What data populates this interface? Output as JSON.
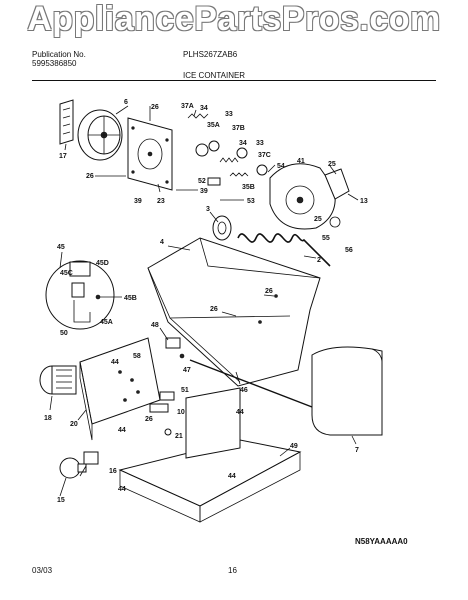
{
  "watermark": "AppliancePartsPros.com",
  "header": {
    "publication_label": "Publication No.",
    "publication_number": "5995386850",
    "model": "PLHS267ZAB6",
    "section_title": "ICE CONTAINER"
  },
  "footer": {
    "date": "03/03",
    "page": "16",
    "diagram_code": "N58YAAAAA0"
  },
  "callouts": {
    "c6": "6",
    "c26a": "26",
    "c17": "17",
    "c26b": "26",
    "c39a": "39",
    "c23": "23",
    "c39b": "39",
    "c37A": "37A",
    "c34a": "34",
    "c33a": "33",
    "c35A": "35A",
    "c37B": "37B",
    "c34b": "34",
    "c33b": "33",
    "c37C": "37C",
    "c52": "52",
    "c35B": "35B",
    "c53": "53",
    "c54": "54",
    "c41": "41",
    "c25a": "25",
    "c13": "13",
    "c25b": "25",
    "c55": "55",
    "c56": "56",
    "c3": "3",
    "c4": "4",
    "c2": "2",
    "c45": "45",
    "c45D": "45D",
    "c45C": "45C",
    "c45B": "45B",
    "c45A": "45A",
    "c50": "50",
    "c26c": "26",
    "c26d": "26",
    "c48": "48",
    "c44a": "44",
    "c58": "58",
    "c47": "47",
    "c46": "46",
    "c18": "18",
    "c20": "20",
    "c51": "51",
    "c10": "10",
    "c44b": "44",
    "c26e": "26",
    "c44c": "44",
    "c21": "21",
    "c7": "7",
    "c16": "16",
    "c49": "49",
    "c15": "15",
    "c44d": "44",
    "c44e": "44"
  }
}
